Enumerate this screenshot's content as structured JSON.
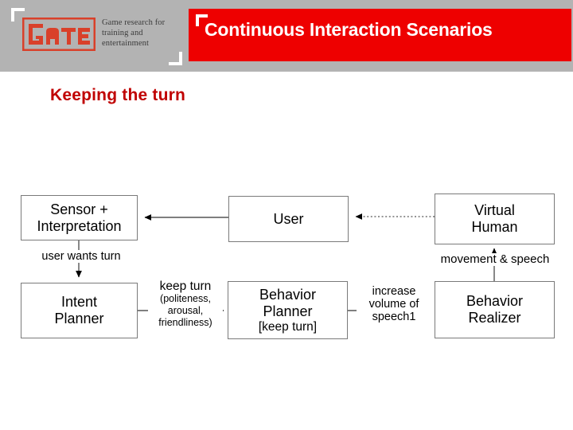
{
  "header": {
    "band_color": "#b3b3b3",
    "logo": {
      "mark_text": "GATE",
      "mark_color": "#d9402a",
      "tagline": "Game research for training and entertainment"
    },
    "title_bar": {
      "background": "#ee0000",
      "text_color": "#ffffff",
      "title": "Continuous Interaction Scenarios",
      "corner_mark": "corner-bracket"
    }
  },
  "slide": {
    "subtitle": "Keeping the turn",
    "subtitle_color": "#c00000"
  },
  "diagram": {
    "type": "flow-diagram",
    "nodes": [
      {
        "id": "sensor",
        "line1": "Sensor +",
        "line2": "Interpretation"
      },
      {
        "id": "intent",
        "line1": "Intent",
        "line2": "Planner"
      },
      {
        "id": "user",
        "line1": "User",
        "line2": ""
      },
      {
        "id": "bplanner",
        "line1": "Behavior",
        "line2": "Planner",
        "line3": "[keep turn]"
      },
      {
        "id": "vhuman",
        "line1": "Virtual",
        "line2": "Human"
      },
      {
        "id": "brealizer",
        "line1": "Behavior",
        "line2": "Realizer"
      }
    ],
    "edges": [
      {
        "id": "user-to-sensor",
        "from": "user",
        "to": "sensor",
        "style": "solid",
        "label": ""
      },
      {
        "id": "vhuman-to-user",
        "from": "vhuman",
        "to": "user",
        "style": "dotted",
        "label": ""
      },
      {
        "id": "sensor-to-intent",
        "from": "sensor",
        "to": "intent",
        "style": "solid",
        "label": "user wants turn"
      },
      {
        "id": "intent-to-bplanner",
        "from": "intent",
        "to": "bplanner",
        "style": "solid",
        "label_main": "keep turn",
        "label_sub": "(politeness, arousal, friendliness)"
      },
      {
        "id": "bplanner-to-brealizer",
        "from": "bplanner",
        "to": "brealizer",
        "style": "solid",
        "label": "increase volume of speech1"
      },
      {
        "id": "brealizer-to-vhuman",
        "from": "brealizer",
        "to": "vhuman",
        "style": "solid",
        "label": "movement & speech"
      }
    ]
  }
}
